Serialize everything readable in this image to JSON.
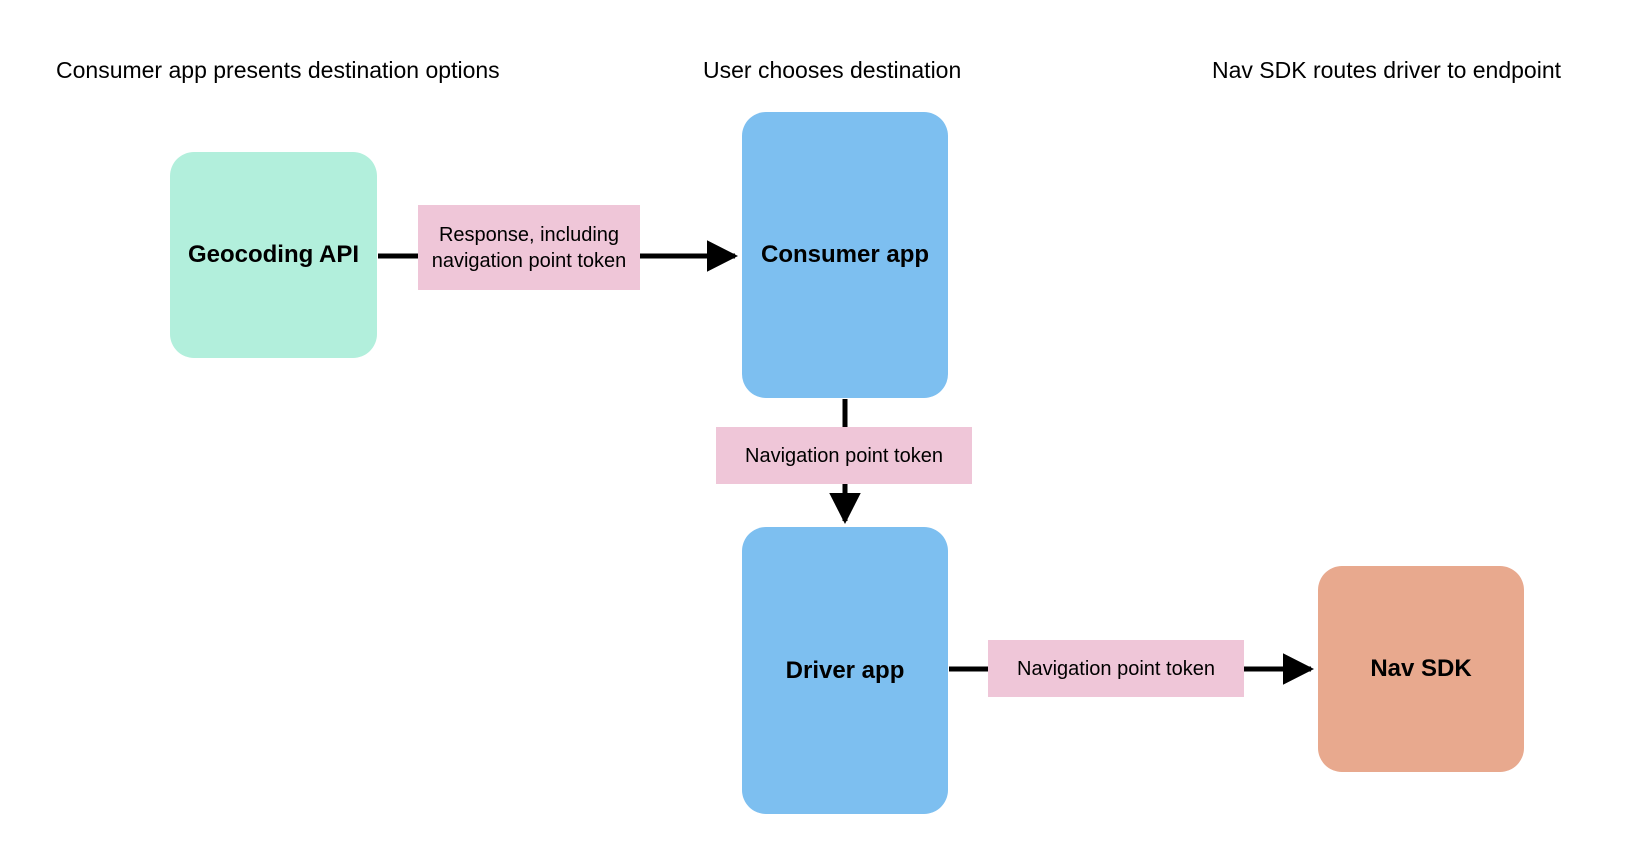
{
  "diagram": {
    "title_row": [
      {
        "id": "consumer-column",
        "label": "Consumer app presents destination options"
      },
      {
        "id": "user-column",
        "label": "User chooses destination"
      },
      {
        "id": "navsdk-column",
        "label": "Nav SDK routes driver to endpoint"
      }
    ],
    "nodes": [
      {
        "id": "geocoding-api",
        "label": "Geocoding API",
        "color": "#b2efdc"
      },
      {
        "id": "consumer-app",
        "label": "Consumer app",
        "color": "#7dbff0"
      },
      {
        "id": "driver-app",
        "label": "Driver app",
        "color": "#7dbff0"
      },
      {
        "id": "nav-sdk",
        "label": "Nav SDK",
        "color": "#e8a98e"
      }
    ],
    "edge_labels": [
      {
        "id": "response-label",
        "label": "Response, including navigation point token",
        "color": "#efc6d8"
      },
      {
        "id": "nav-token-consumer-to-driver",
        "label": "Navigation point token",
        "color": "#efc6d8"
      },
      {
        "id": "nav-token-driver-to-navsdk",
        "label": "Navigation point token",
        "color": "#efc6d8"
      }
    ],
    "edges": [
      {
        "from": "geocoding-api",
        "to": "consumer-app",
        "direction": "right",
        "label": "Response, including navigation point token"
      },
      {
        "from": "consumer-app",
        "to": "driver-app",
        "direction": "down",
        "label": "Navigation point token"
      },
      {
        "from": "driver-app",
        "to": "nav-sdk",
        "direction": "right",
        "label": "Navigation point token"
      }
    ],
    "colors": {
      "background": "#ffffff",
      "mint": "#b2efdc",
      "blue": "#7dbff0",
      "pink": "#efc6d8",
      "salmon": "#e8a98e",
      "stroke": "#000000"
    }
  }
}
